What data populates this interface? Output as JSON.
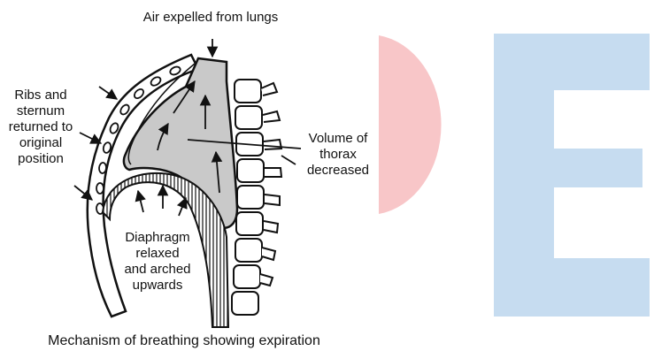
{
  "labels": {
    "top": "Air expelled from lungs",
    "ribs": [
      "Ribs and",
      "sternum",
      "returned to",
      "original",
      "position"
    ],
    "volume": [
      "Volume of",
      "thorax",
      "decreased"
    ],
    "diaphragm": [
      "Diaphragm",
      "relaxed",
      "and arched",
      "upwards"
    ]
  },
  "caption": "Mechanism of breathing showing expiration",
  "colors": {
    "lung_fill": "#c9c9c9",
    "watermark_red": "#f8c6c8",
    "watermark_blue": "#c6dcf0",
    "ink": "#111111"
  }
}
